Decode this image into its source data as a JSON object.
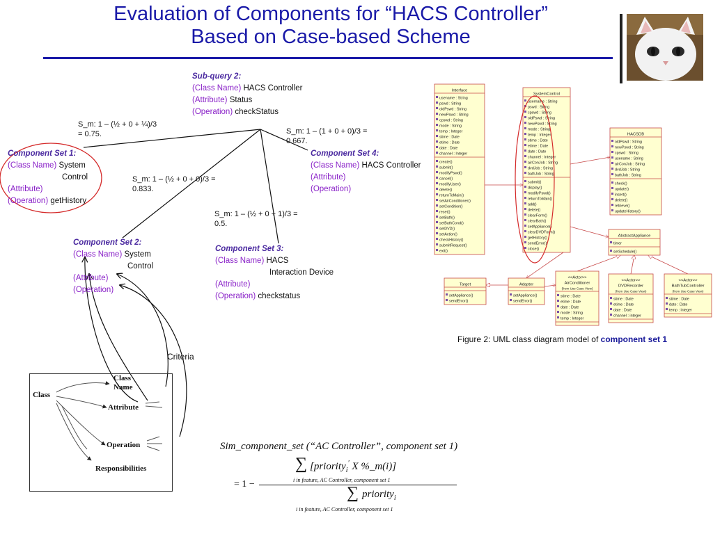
{
  "title": {
    "line1": "Evaluation of Components for “HACS Controller”",
    "line2": "Based on Case-based Scheme"
  },
  "subquery": {
    "heading": "Sub-query 2:",
    "class_tag": "(Class Name)",
    "class_val": "HACS Controller",
    "attr_tag": "(Attribute)",
    "attr_val": "Status",
    "op_tag": "(Operation)",
    "op_val": "checkStatus"
  },
  "sims": {
    "s1": "S_m: 1 – (½ + 0 + ¼)/3\n= 0.75.",
    "s2": "S_m: 1 – (½ + 0 + 0)/3 =\n0.833.",
    "s3": "S_m: 1 – (½ + 0 + 1)/3 =\n0.5.",
    "s4": "S_m: 1 – (1 + 0 + 0)/3 =\n0.667."
  },
  "sets": {
    "set1": {
      "heading": "Component Set 1:",
      "class_tag": "(Class Name)",
      "class_val1": "System",
      "class_val2": "Control",
      "attr_tag": "(Attribute)",
      "op_tag": "(Operation)",
      "op_val": "getHistory"
    },
    "set2": {
      "heading": "Component Set 2:",
      "class_tag": "(Class Name)",
      "class_val1": "System",
      "class_val2": "Control",
      "attr_tag": "(Attribute)",
      "op_tag": "(Operation)"
    },
    "set3": {
      "heading": "Component Set 3:",
      "class_tag": "(Class Name)",
      "class_val1": "HACS",
      "class_val2": "Interaction Device",
      "attr_tag": "(Attribute)",
      "op_tag": "(Operation)",
      "op_val": "checkstatus"
    },
    "set4": {
      "heading": "Component Set 4:",
      "class_tag": "(Class Name)",
      "class_val": "HACS Controller",
      "attr_tag": "(Attribute)",
      "op_tag": "(Operation)"
    }
  },
  "criteria": "Criteria",
  "class_diagram": {
    "class": "Class",
    "name1": "Class",
    "name2": "Name",
    "attribute": "Attribute",
    "operation": "Operation",
    "responsibilities": "Responsibilities"
  },
  "uml": {
    "interface": {
      "name": "Interface",
      "attrs": [
        "usename : String",
        "pswd : String",
        "oldPswd : String",
        "newPswd : String",
        "cpswd : String",
        "mode : String",
        "temp : Integer",
        "stime : Date",
        "etime : Date",
        "date : Date",
        "channel : Integer"
      ],
      "ops": [
        "create()",
        "submit()",
        "modifyPswd()",
        "cancel()",
        "modifyUser()",
        "delete()",
        "returnToMain()",
        "setAirConditioner()",
        "setCondition()",
        "reset()",
        "setBath()",
        "setBathCond()",
        "setDVD()",
        "setAction()",
        "checkHistory()",
        "submitRequest()",
        "exit()"
      ]
    },
    "systemcontrol": {
      "name": "SystemControl",
      "attrs": [
        "username : String",
        "pswd : String",
        "cpswd : String",
        "oldPswd : String",
        "newPswd : String",
        "mode : String",
        "temp : Integer",
        "stime : Date",
        "etime : Date",
        "date : Date",
        "channel : Integer",
        "airConJob : String",
        "dvdJob : String",
        "bathJob : String"
      ],
      "ops": [
        "submit()",
        "display()",
        "modifyPswd()",
        "returnToMain()",
        "add()",
        "delete()",
        "clearForm()",
        "clearBath()",
        "setAppliance()",
        "clearDVDForm()",
        "getHistory()",
        "sendError()",
        "close()"
      ]
    },
    "hacsdb": {
      "name": "HACSDB",
      "attrs": [
        "oldPswd : String",
        "newPswd : String",
        "cpswd : String",
        "usename : String",
        "airConJob : String",
        "dvdJob : String",
        "bathJob : String"
      ],
      "ops": [
        "check()",
        "update()",
        "insert()",
        "delete()",
        "retrieve()",
        "updateHistory()"
      ]
    },
    "abstract": {
      "name": "AbstractAppliance",
      "attrs": [
        "timer"
      ],
      "ops": [
        "setSchedule()"
      ]
    },
    "target": {
      "name": "Target",
      "ops": [
        "setAppliance()",
        "sendError()"
      ]
    },
    "adapter": {
      "name": "Adapter",
      "ops": [
        "setAppliance()",
        "sendError()"
      ]
    },
    "aircon": {
      "stereo": "<<Actor>>",
      "name": "AirConditioner",
      "from": "(from Use Case View)",
      "attrs": [
        "stime : Date",
        "etime : Date",
        "date : Date",
        "mode : String",
        "temp : Integer"
      ]
    },
    "dvd": {
      "stereo": "<<Actor>>",
      "name": "DVDRecorder",
      "from": "(from Use Case View)",
      "attrs": [
        "stime : Date",
        "etime : Date",
        "date : Date",
        "channel : integer"
      ]
    },
    "bath": {
      "stereo": "<<Actor>>",
      "name": "BathTubController",
      "from": "(from Use Case View)",
      "attrs": [
        "stime : Date",
        "date : Date",
        "temp : integer"
      ]
    }
  },
  "figure_caption": {
    "text": "Figure 2: UML class diagram model of ",
    "bold": "component set 1"
  },
  "formula": {
    "title": "Sim_component_set (“AC Controller”, component set 1)",
    "numerator": "[priority",
    "numerator_tail": "X   %_m(i)]",
    "sub_i": "i",
    "prime": "′",
    "num_range": "i  in feature, AC Controller, component set 1",
    "lhs": "= 1 −",
    "denominator": "priority",
    "den_range": "i  in feature, AC Controller, component set 1",
    "sigma": "∑"
  }
}
